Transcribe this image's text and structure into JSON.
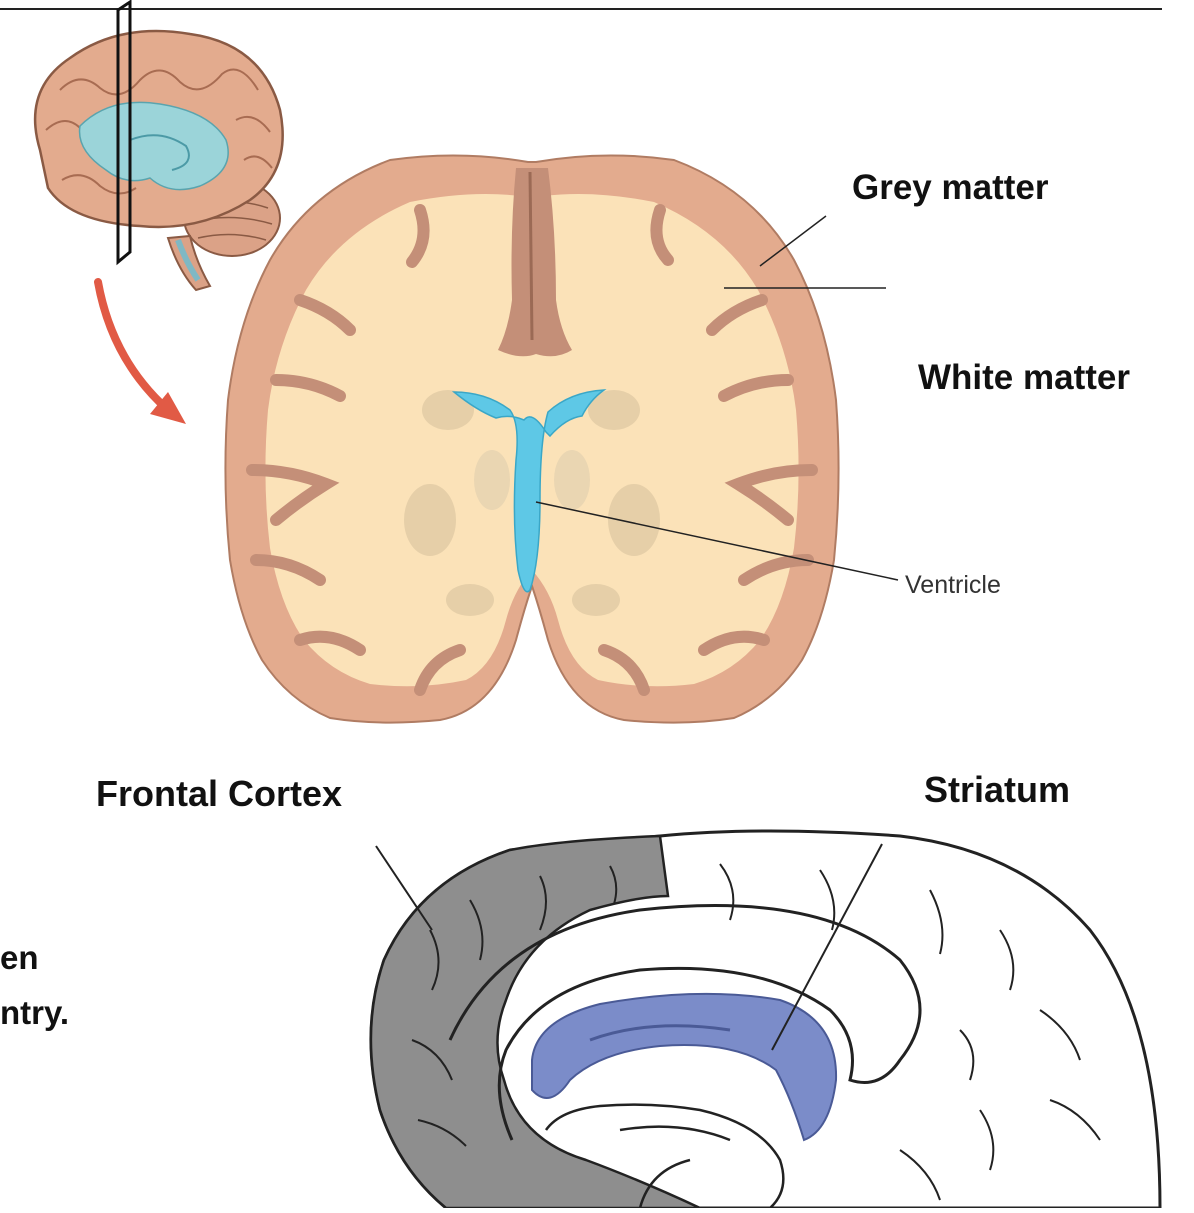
{
  "labels": {
    "grey_matter": "Grey matter",
    "white_matter": "White matter",
    "ventricle": "Ventricle",
    "frontal_cortex": "Frontal Cortex",
    "striatum": "Striatum",
    "cut_text_line1": "en",
    "cut_text_line2": "ntry."
  },
  "colors": {
    "grey_matter": "#e3ab8e",
    "white_matter": "#fbe2b8",
    "sulci": "#c48f78",
    "ventricle": "#5ec8e6",
    "basal_ganglia": "#e6cfa8",
    "arrow": "#e15a45",
    "frontal_cortex": "#8e8e8e",
    "striatum": "#7b8cc9",
    "outline": "#222222"
  },
  "icons": {
    "section_thumbnail": "brain-lateral-icon",
    "section_arrow": "curved-arrow-icon"
  }
}
